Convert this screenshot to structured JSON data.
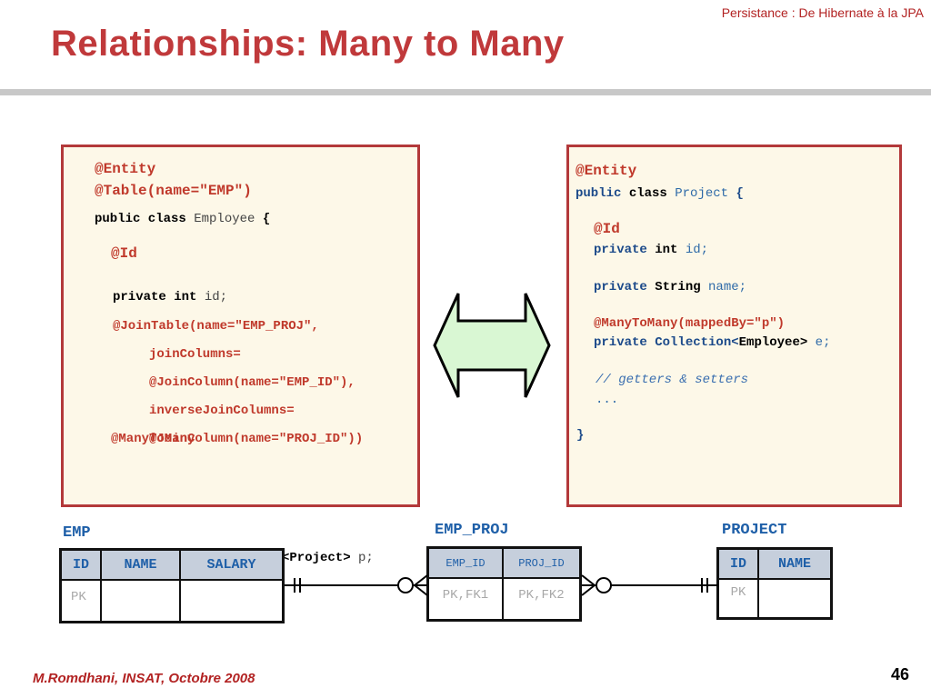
{
  "header": {
    "topic": "Persistance : De Hibernate à la JPA",
    "title": "Relationships:  Many to Many"
  },
  "left_code": {
    "entity": "@Entity",
    "table": "@Table(name=\"EMP\")",
    "class_kw": "public class",
    "class_name": " Employee",
    "open_brace": " {",
    "id_ann": "@Id",
    "field_kw": "private int",
    "field_name": " id;",
    "jointable": "@JoinTable(name=\"EMP_PROJ\",",
    "joincolumns": "joinColumns=",
    "joincolumn": "@JoinColumn(name=\"EMP_ID\"),",
    "inversejoin": "inverseJoinColumns=",
    "inversejoincolumn": "@JoinColumn(name=\"PROJ_ID\"))",
    "manytomany": "@ManyToMany",
    "overflow_type": "<Project>",
    "overflow_var": " p;",
    "overflow_tail": ","
  },
  "right_code": {
    "entity": "@Entity",
    "class_kw1": "public",
    "class_kw2": " class",
    "class_name": " Project",
    "open_brace": " {",
    "id_ann": "@Id",
    "id_kw1": "private",
    "id_kw2": " int",
    "id_name": " id;",
    "name_kw1": "private",
    "name_kw2": " String",
    "name_name": " name;",
    "m2m_ann": "@ManyToMany(mappedBy=\"p\")",
    "coll_kw1": "private",
    "coll_kw2": " Collection<",
    "coll_type": "Employee>",
    "coll_name": " e;",
    "comment": "// getters & setters",
    "ellipsis": "...",
    "close_brace": "}"
  },
  "tables": {
    "emp": {
      "label": "EMP",
      "headers": [
        "ID",
        "NAME",
        "SALARY"
      ],
      "row": [
        "PK",
        "",
        ""
      ]
    },
    "emp_proj": {
      "label": "EMP_PROJ",
      "headers": [
        "EMP_ID",
        "PROJ_ID"
      ],
      "row": [
        "PK,FK1",
        "PK,FK2"
      ]
    },
    "project": {
      "label": "PROJECT",
      "headers": [
        "ID",
        "NAME"
      ],
      "row": [
        "PK",
        ""
      ]
    }
  },
  "colors": {
    "accent_red": "#c0393b",
    "arrow_fill": "#d9f7d3",
    "header_blue": "#c6cfdc"
  },
  "footer": {
    "author": "M.Romdhani, INSAT, Octobre 2008",
    "page": "46"
  }
}
